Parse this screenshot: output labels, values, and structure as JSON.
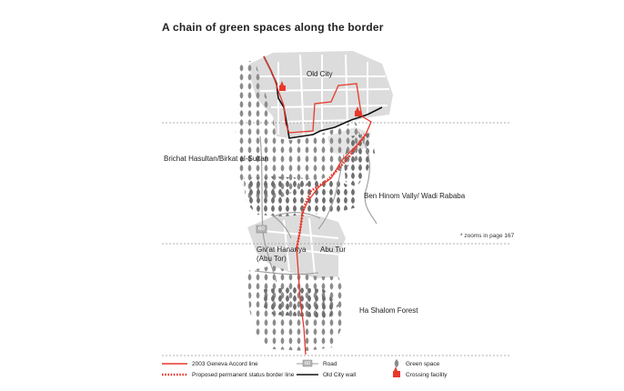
{
  "title": "A chain of green spaces along the border",
  "labels": {
    "old_city": "Old City",
    "brichat": "Brichat Hasultan/Birkat al-Sultan",
    "ben_hinom": "Ben Hinom Vally/ Wadi Rababa",
    "givat_line1": "Giv'at Hananya",
    "givat_line2": "(Abu Tor)",
    "abu_tor": "Abu Tur",
    "ha_shalom": "Ha Shalom Forest",
    "road_number": "60"
  },
  "zoom_note": "* zooms in page 167",
  "legend": {
    "geneva_line": "2003 Geneva Accord line",
    "proposed_border": "Proposed permanent status border line",
    "road": "Road",
    "road_badge": "60",
    "old_city_wall": "Old City wall",
    "green_space": "Green space",
    "crossing_facility": "Crossing facility"
  },
  "colors": {
    "geneva_red": "#e8382b",
    "wall_black": "#111111",
    "built_gray": "#d9d9d9",
    "green_space_gray": "#8c8c8c"
  }
}
